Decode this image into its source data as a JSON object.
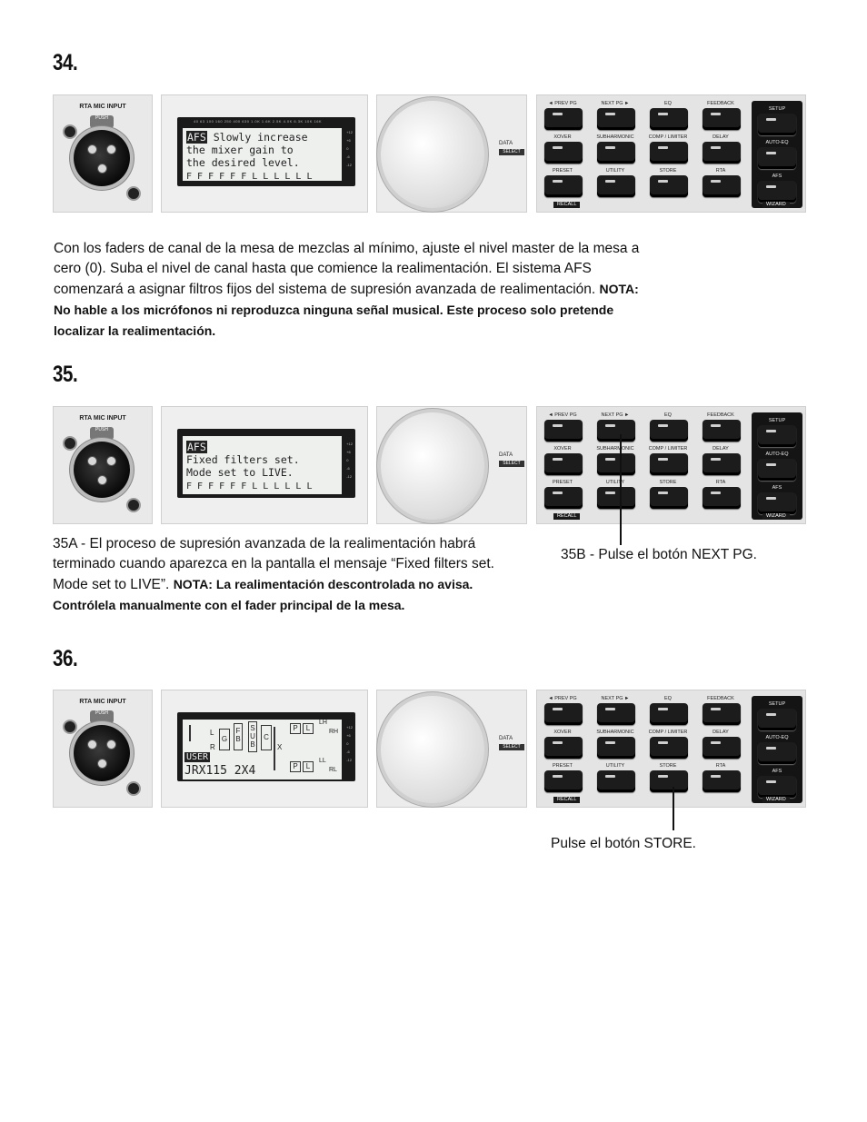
{
  "steps": {
    "s34": {
      "number": "34.",
      "lcd_lines": [
        "Slowly increase",
        "the mixer gain to",
        "the desired level.",
        "F F F F F F L L L L L L"
      ],
      "lcd_tag": "AFS",
      "text_regular": "Con los faders de canal de la mesa de mezclas al mínimo, ajuste el nivel master de la mesa a cero (0). Suba el nivel de canal hasta que comience la realimentación. El sistema AFS comenzará a asignar filtros fijos del sistema de supresión avanzada de realimentación. ",
      "text_bold": "NOTA: No hable a los micrófonos ni reproduzca ninguna señal musical. Este proceso solo pretende localizar la realimentación."
    },
    "s35": {
      "number": "35.",
      "lcd_tag": "AFS",
      "lcd_lines": [
        "Fixed filters set.",
        "Mode set to LIVE.",
        "F F F F F F L L L L L L"
      ],
      "text_regular": "35A - El proceso de supresión avanzada de la realimentación habrá terminado cuando aparezca en la pantalla el mensaje “Fixed filters set. Mode set to LIVE”. ",
      "text_bold": "NOTA: La realimentación descontrolada no avisa. Contrólela manualmente con el fader principal de la mesa.",
      "callout": "35B - Pulse el botón NEXT PG."
    },
    "s36": {
      "number": "36.",
      "lcd_user": "USER",
      "lcd_name": "JRX115 2X4",
      "diagram_labels": {
        "l": "L",
        "r": "R",
        "g": "G",
        "fb": "F\nB",
        "sub": "S\nU\nB",
        "c": "C",
        "x": "X",
        "p": "P",
        "lbox": "L",
        "lh": "LH",
        "rh": "RH",
        "ll": "LL",
        "rl": "RL"
      },
      "callout": "Pulse el botón STORE."
    }
  },
  "device": {
    "mic_label": "RTA MIC INPUT",
    "push_label": "PUSH",
    "data_label": "DATA",
    "select_label": "SELECT",
    "freq_ticks": "40 63 100 160 250 400 630 1.0K 1.6K 2.5K 4.0K 6.3K 10K 16K",
    "db_scale": [
      "+12",
      "+6",
      "0",
      "-6",
      "-12"
    ],
    "buttons_row1": [
      "◄ PREV PG",
      "NEXT PG ►",
      "EQ",
      "FEEDBACK",
      "SETUP"
    ],
    "buttons_row2": [
      "XOVER",
      "SUBHARMONIC",
      "COMP / LIMITER",
      "DELAY",
      "AUTO-EQ"
    ],
    "buttons_row3": [
      "PRESET",
      "UTILITY",
      "STORE",
      "RTA",
      "AFS"
    ],
    "recall_label": "RECALL",
    "wizard_label": "WIZARD"
  }
}
